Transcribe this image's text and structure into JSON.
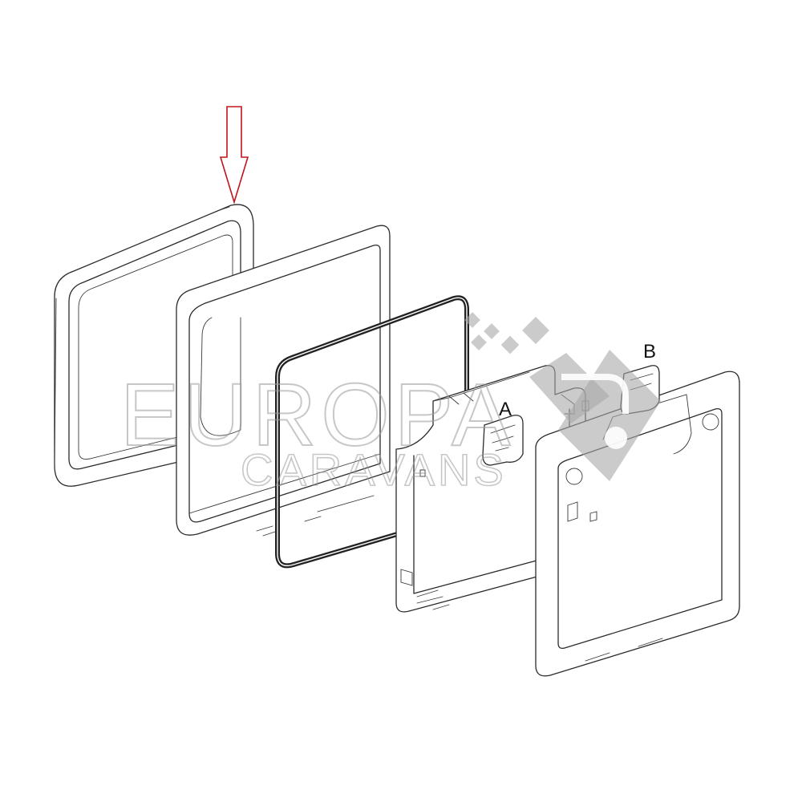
{
  "diagram": {
    "callouts": {
      "a": "A",
      "b": "B"
    },
    "watermark": {
      "line1": "EUROPA",
      "line2": "CARAVANS"
    },
    "colors": {
      "pointer_arrow": "#c0161b",
      "outline": "#2b2b2b",
      "gasket": "#222222",
      "watermark": "#9a9a9a"
    }
  }
}
